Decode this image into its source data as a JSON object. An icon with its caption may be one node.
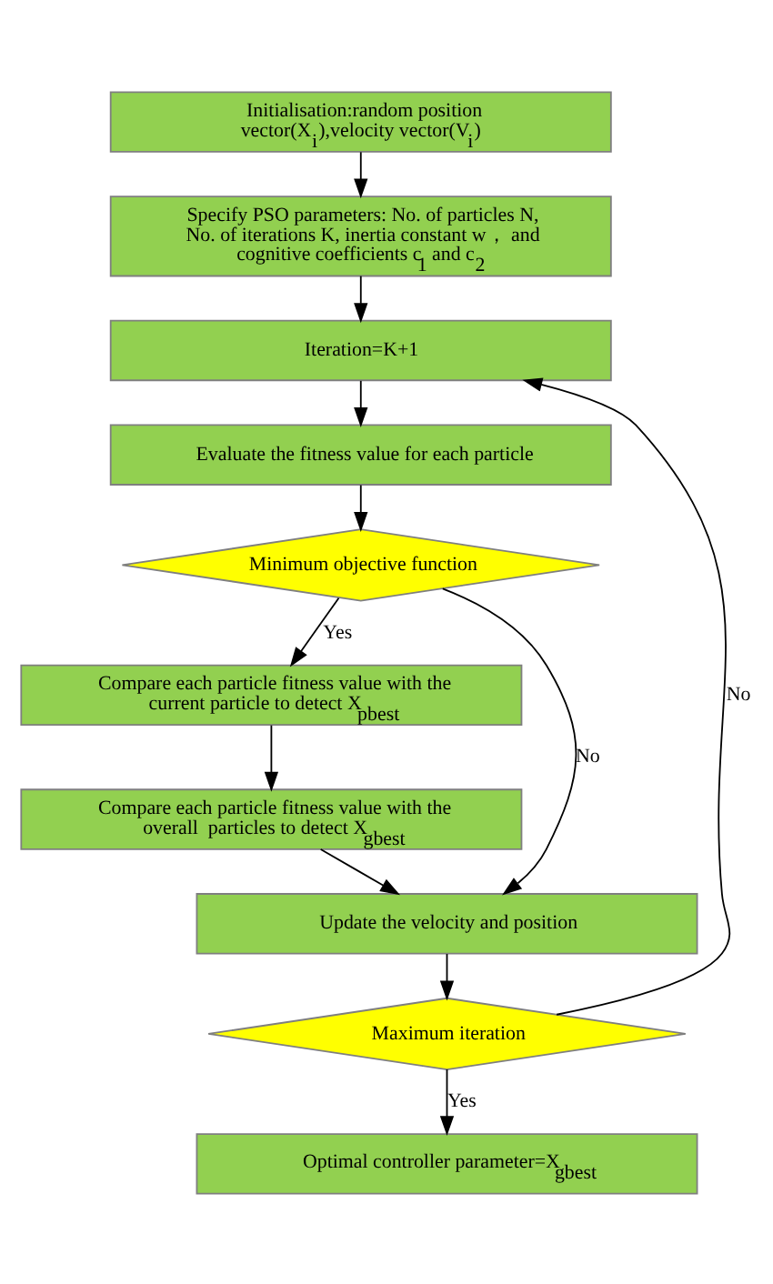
{
  "diagram": {
    "nodes": [
      {
        "text": [
          "Initialisation:random position vector(X$_{i}$),velocity vector(V$_{i}$)"
        ]
      },
      {
        "text": [
          "Specify PSO parameters: No. of particles N, No. of iterations K, inertia constant w， and cognitive coefficients c$_{1}$ and c$_{2}$"
        ]
      },
      {
        "text": [
          "Iteration=K+1"
        ]
      },
      {
        "text": [
          "Evaluate the fitness value for each particle"
        ]
      },
      {
        "text": [
          "Minimum objective function"
        ]
      },
      {
        "text": [
          "Compare each particle fitness value with the current particle to detect X$_{pbest}$"
        ]
      },
      {
        "text": [
          "Compare each particle fitness value with the overall  particles to detect X$_{gbest}$"
        ]
      },
      {
        "text": [
          "Update the velocity and position"
        ]
      },
      {
        "text": [
          "Maximum iteration"
        ]
      },
      {
        "text": [
          "Optimal controller parameter=X$_{gbest}$"
        ]
      }
    ],
    "edges": [
      {
        "from": 0,
        "to": 1,
        "arrow": "to"
      },
      {
        "from": 1,
        "to": 2,
        "arrow": "to"
      },
      {
        "from": 2,
        "to": 3,
        "arrow": "to"
      },
      {
        "from": 3,
        "to": 4,
        "arrow": "to"
      },
      {
        "from": 4,
        "to": 5,
        "arrow": "to",
        "label": "Yes"
      },
      {
        "from": 4,
        "to": 7,
        "arrow": "to",
        "label": "No"
      },
      {
        "from": 5,
        "to": 6,
        "arrow": "to"
      },
      {
        "from": 6,
        "to": 7,
        "arrow": "to"
      },
      {
        "from": 7,
        "to": 8,
        "arrow": "to"
      },
      {
        "from": 8,
        "to": 9,
        "arrow": "to",
        "label": "Yes"
      },
      {
        "from": 8,
        "to": 2,
        "arrow": "to",
        "label": "No"
      }
    ]
  }
}
